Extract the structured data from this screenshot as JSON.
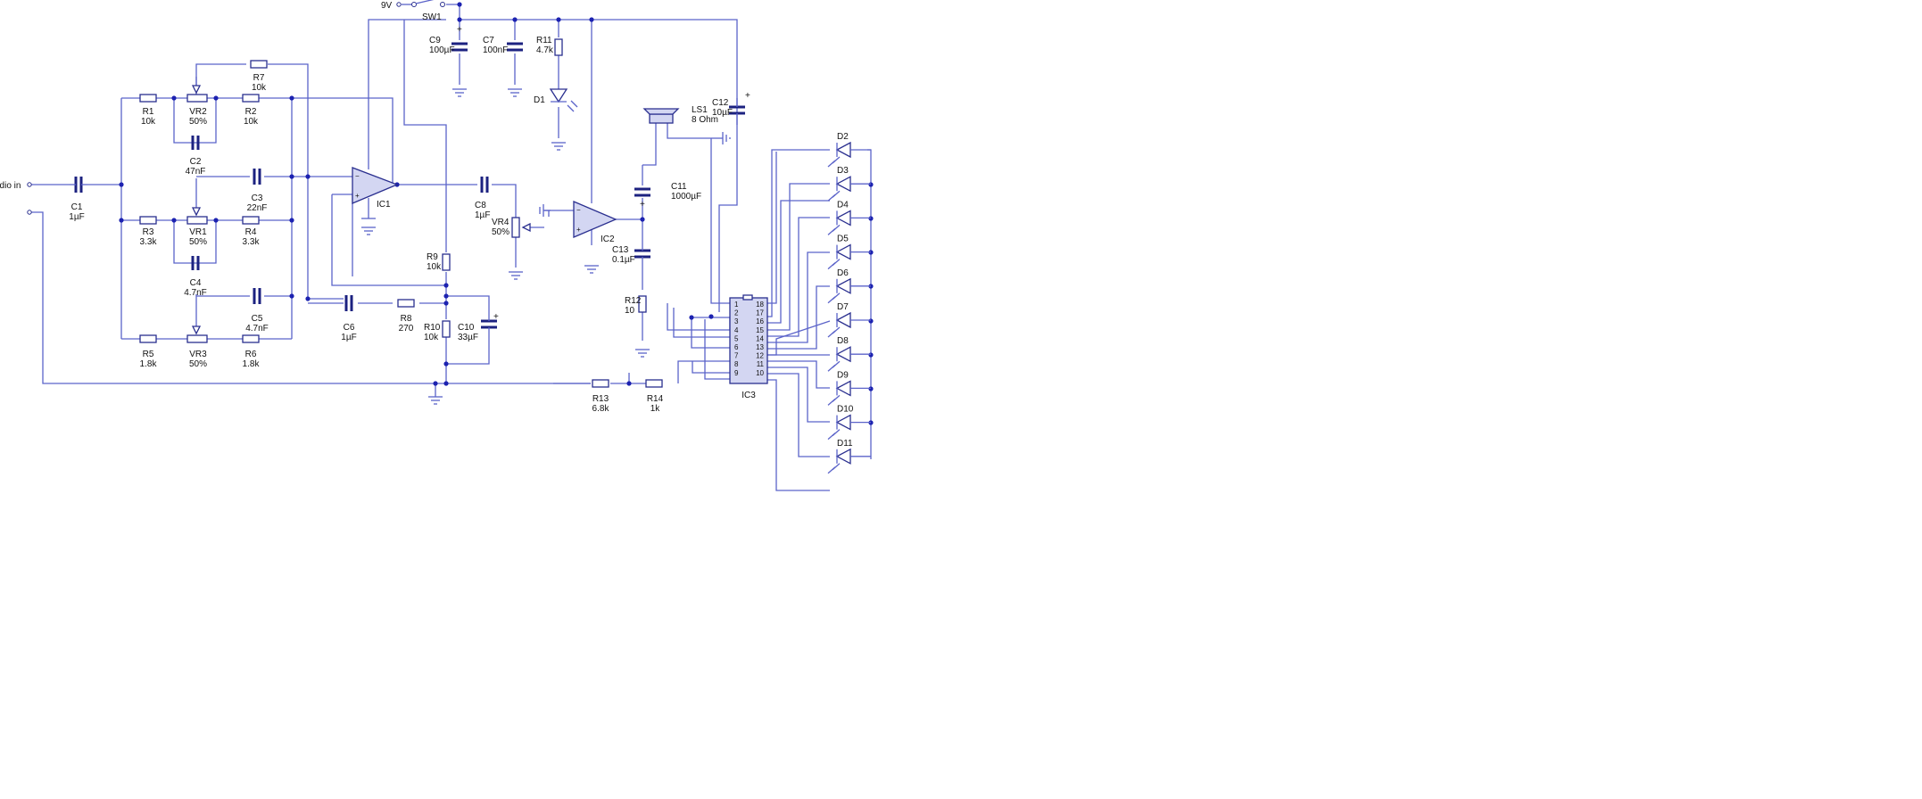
{
  "supply": {
    "voltage": "9V",
    "switch": "SW1"
  },
  "input_label": "udio in",
  "components": {
    "C1": [
      "C1",
      "1µF"
    ],
    "R1": [
      "R1",
      "10k"
    ],
    "VR2": [
      "VR2",
      "50%"
    ],
    "R2": [
      "R2",
      "10k"
    ],
    "R7": [
      "R7",
      "10k"
    ],
    "C2": [
      "C2",
      "47nF"
    ],
    "C3": [
      "C3",
      "22nF"
    ],
    "R3": [
      "R3",
      "3.3k"
    ],
    "VR1": [
      "VR1",
      "50%"
    ],
    "R4": [
      "R4",
      "3.3k"
    ],
    "C4": [
      "C4",
      "4.7nF"
    ],
    "C5": [
      "C5",
      "4.7nF"
    ],
    "R5": [
      "R5",
      "1.8k"
    ],
    "VR3": [
      "VR3",
      "50%"
    ],
    "R6": [
      "R6",
      "1.8k"
    ],
    "IC1": [
      "IC1"
    ],
    "C6": [
      "C6",
      "1µF"
    ],
    "R8": [
      "R8",
      "270"
    ],
    "R9": [
      "R9",
      "10k"
    ],
    "R10": [
      "R10",
      "10k"
    ],
    "C10": [
      "C10",
      "33µF"
    ],
    "C9": [
      "C9",
      "100µF"
    ],
    "C7": [
      "C7",
      "100nF"
    ],
    "R11": [
      "R11",
      "4.7k"
    ],
    "D1": [
      "D1"
    ],
    "C8": [
      "C8",
      "1µF"
    ],
    "VR4": [
      "VR4",
      "50%"
    ],
    "IC2": [
      "IC2"
    ],
    "LS1": [
      "LS1",
      "8 Ohm"
    ],
    "C12": [
      "C12",
      "10µF"
    ],
    "C11": [
      "C11",
      "1000µF"
    ],
    "C13": [
      "C13",
      "0.1µF"
    ],
    "R12": [
      "R12",
      "10"
    ],
    "R13": [
      "R13",
      "6.8k"
    ],
    "R14": [
      "R14",
      "1k"
    ],
    "IC3": [
      "IC3"
    ]
  },
  "polarity_mark": "+",
  "ic3_pins_left": [
    "1",
    "2",
    "3",
    "4",
    "5",
    "6",
    "7",
    "8",
    "9"
  ],
  "ic3_pins_right": [
    "18",
    "17",
    "16",
    "15",
    "14",
    "13",
    "12",
    "11",
    "10"
  ],
  "led_bar": [
    "D2",
    "D3",
    "D4",
    "D5",
    "D6",
    "D7",
    "D8",
    "D9",
    "D10",
    "D11"
  ],
  "colors": {
    "wire": "#5b63c9",
    "component": "#2a2f8f",
    "junction": "#1c22b0",
    "ic_fill": "#d3d6f2"
  }
}
